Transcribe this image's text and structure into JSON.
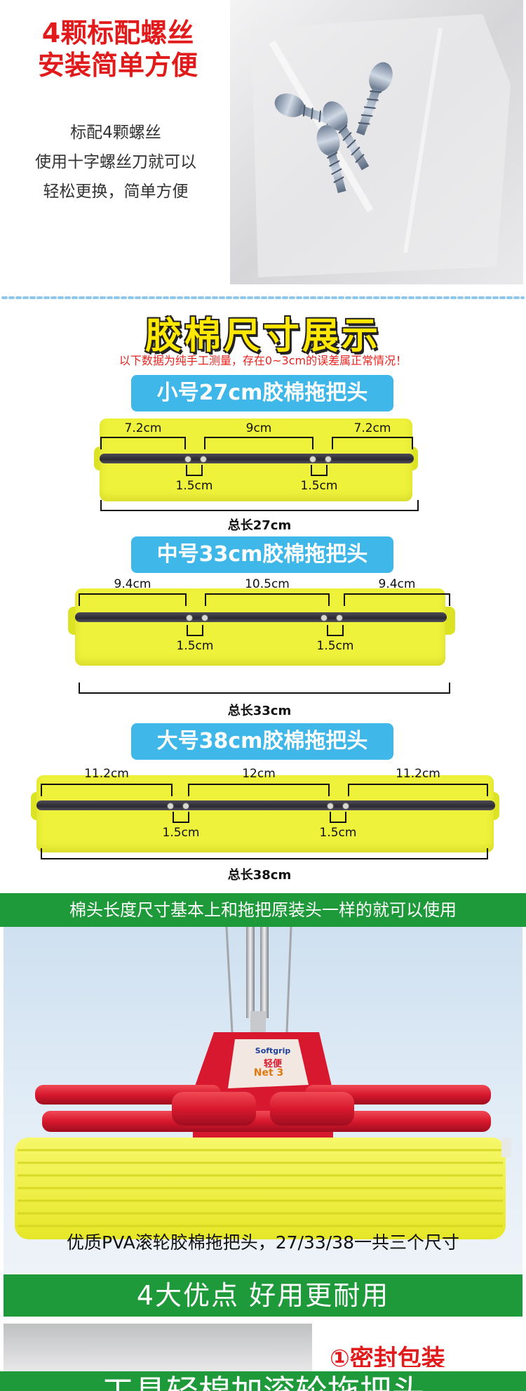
{
  "screws": {
    "headline": [
      "4颗标配螺丝",
      "安装简单方便"
    ],
    "description": [
      "标配4颗螺丝",
      "使用十字螺丝刀就可以",
      "轻松更换，简单方便"
    ]
  },
  "sizes": {
    "title": "胶棉尺寸展示",
    "note": "以下数据为纯手工测量，存在0~3cm的误差属正常情况！",
    "small": {
      "label": "小号27cm胶棉拖把头",
      "seg_left": "7.2cm",
      "seg_mid": "9cm",
      "seg_right": "7.2cm",
      "gap": "1.5cm",
      "total": "总长27cm"
    },
    "medium": {
      "label": "中号33cm胶棉拖把头",
      "seg_left": "9.4cm",
      "seg_mid": "10.5cm",
      "seg_right": "9.4cm",
      "gap": "1.5cm",
      "total": "总长33cm"
    },
    "large": {
      "label": "大号38cm胶棉拖把头",
      "seg_left": "11.2cm",
      "seg_mid": "12cm",
      "seg_right": "11.2cm",
      "gap": "1.5cm",
      "total": "总长38cm"
    }
  },
  "usage": {
    "banner": "棉头长度尺寸基本上和拖把原装头一样的就可以使用",
    "caption": "优质PVA滚轮胶棉拖把头，27/33/38一共三个尺寸",
    "brand": "Softgrip",
    "brand_cn": "轻便",
    "net": "Net 3"
  },
  "advantages": {
    "banner": "4大优点  好用更耐用",
    "peek_text": "①密封包装",
    "bottom_banner": "工具轻棉加滚轮拖把头"
  },
  "colors": {
    "headline_red": "#e11b1b",
    "title_yellow": "#ffe800",
    "pill_blue": "#3fb8e9",
    "sponge_yellow": "#eef23a",
    "banner_green": "#1f9a3a",
    "mop_red": "#d8182e"
  }
}
